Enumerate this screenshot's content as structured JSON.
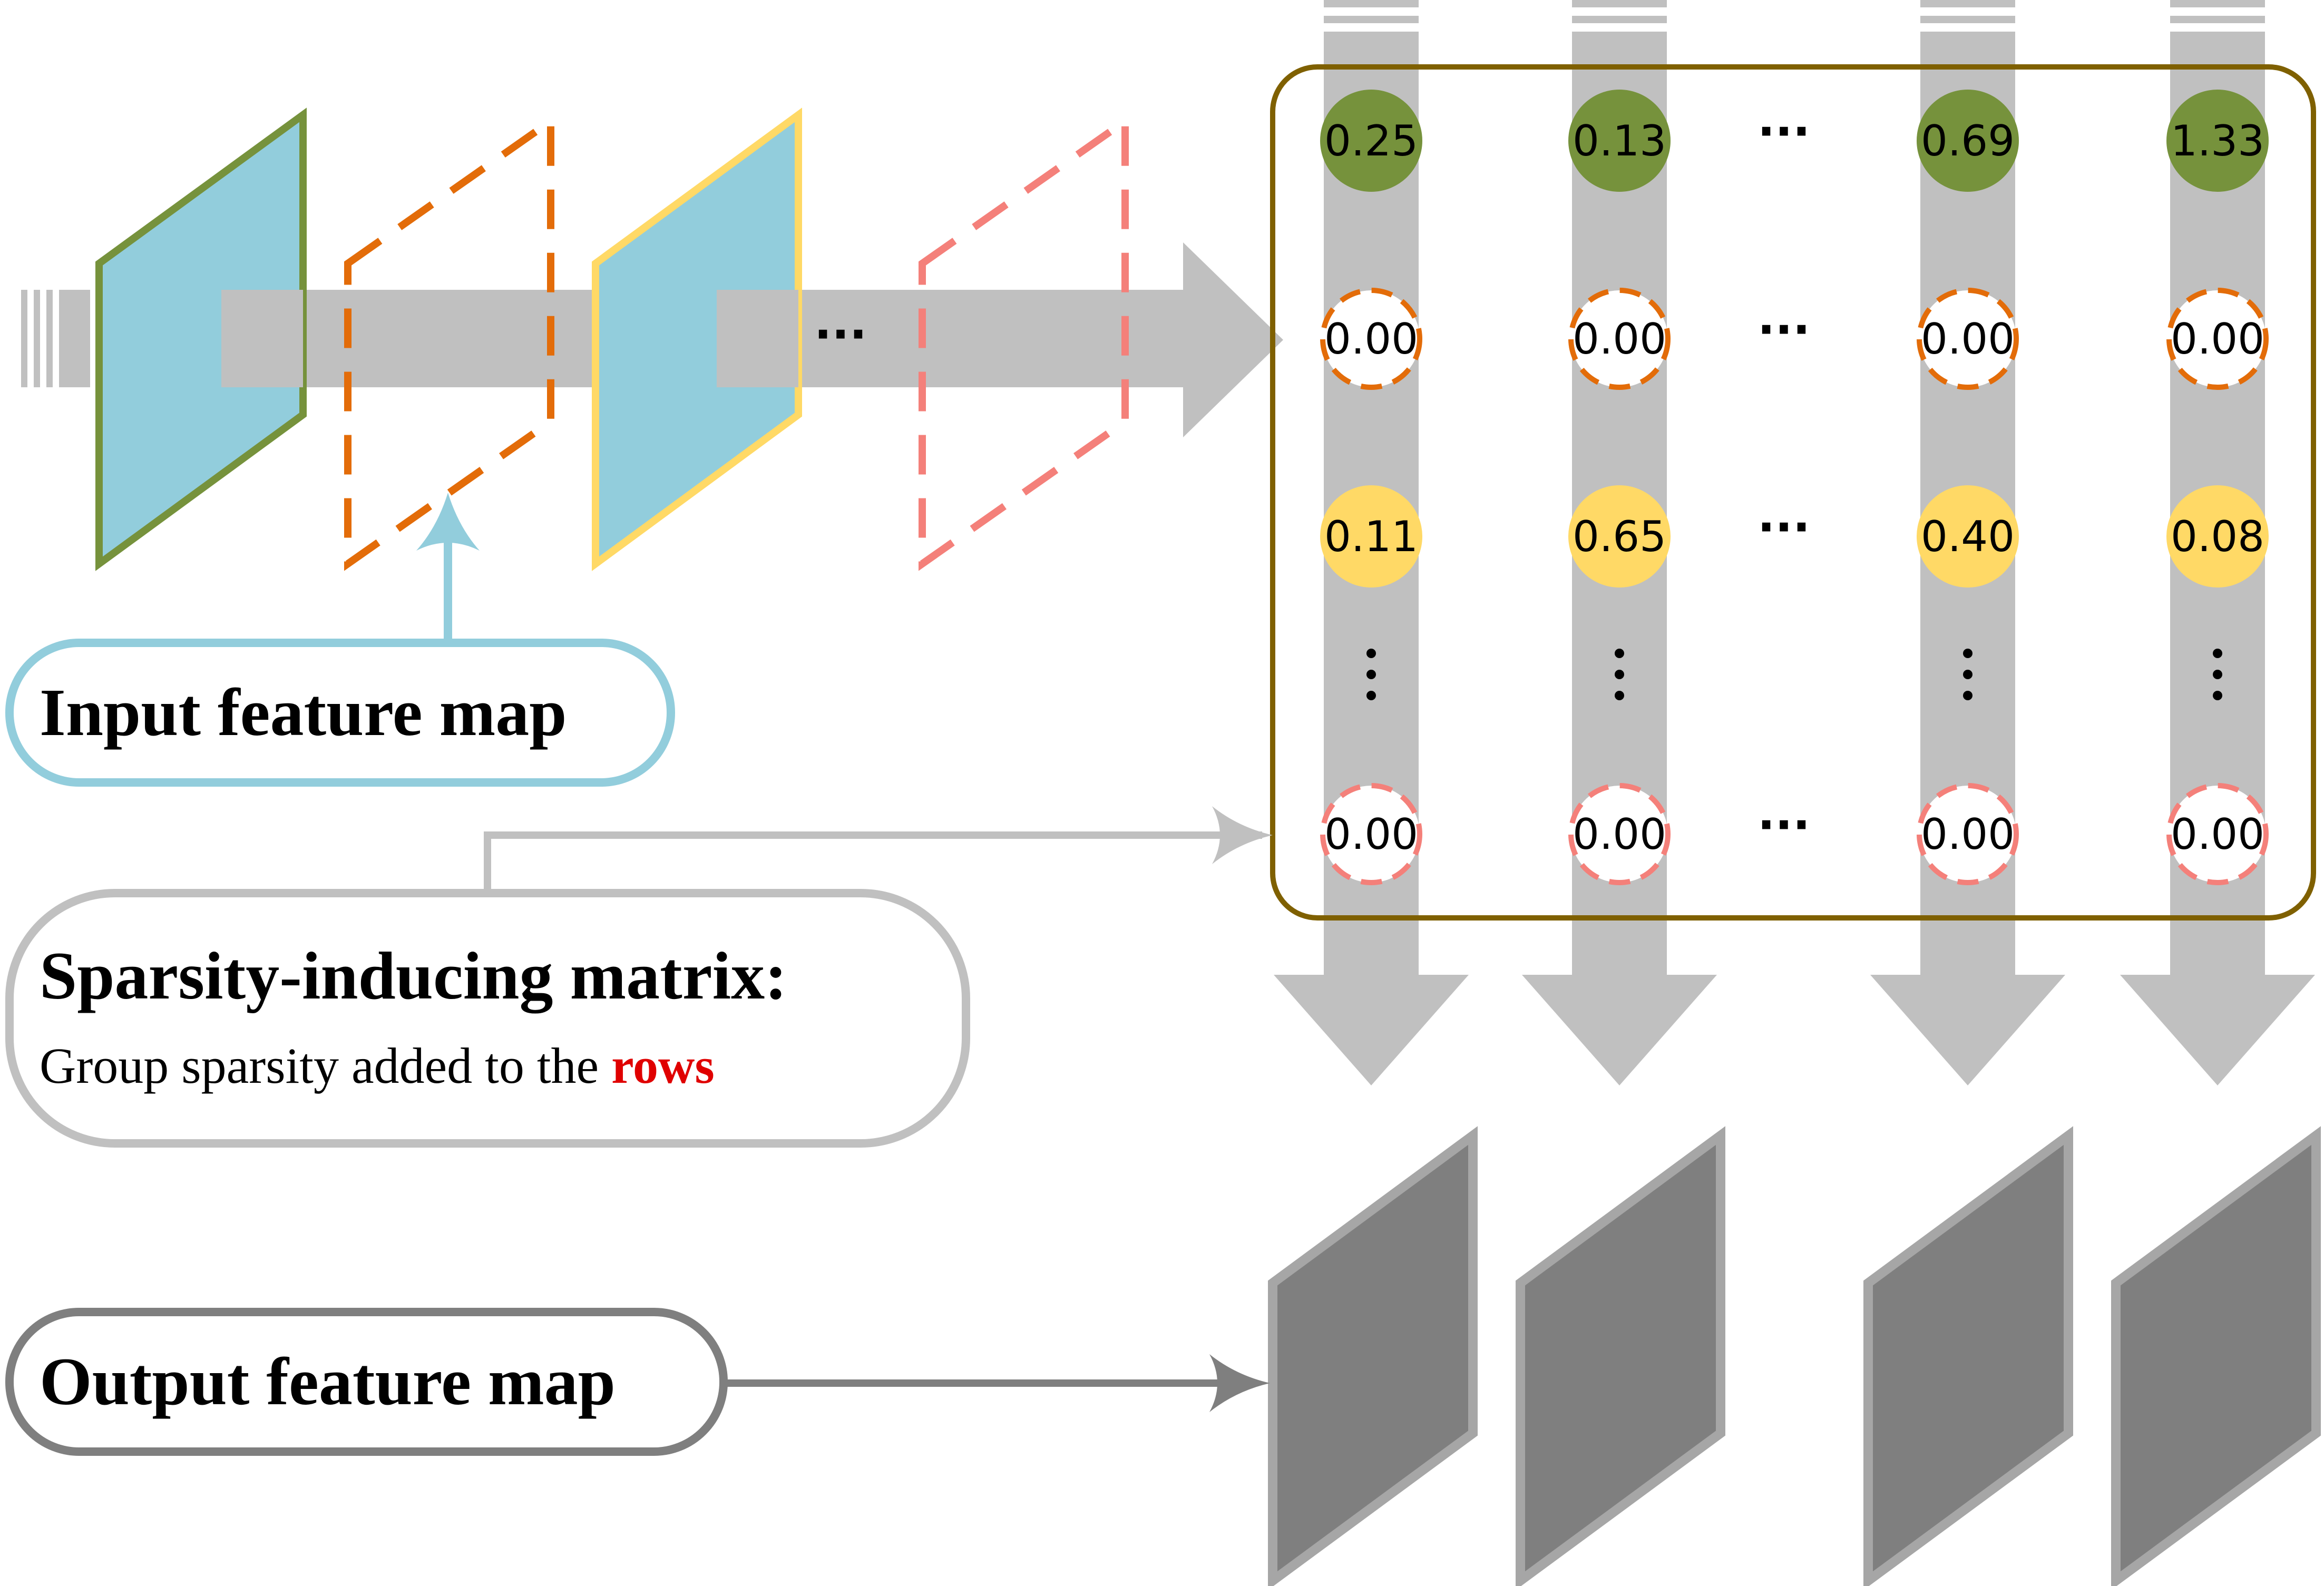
{
  "labels": {
    "input_feature_map": "Input feature map",
    "sparsity_title": "Sparsity-inducing matrix:",
    "sparsity_sub_prefix": "Group sparsity added to the ",
    "sparsity_sub_highlight": "rows",
    "output_feature_map": "Output feature map",
    "ellipsis_h": "···",
    "ellipsis_v": "⋮"
  },
  "matrix": {
    "rows": [
      {
        "style": "green",
        "values": [
          "0.25",
          "0.13",
          "0.69",
          "1.33"
        ]
      },
      {
        "style": "orange-dashed",
        "values": [
          "0.00",
          "0.00",
          "0.00",
          "0.00"
        ]
      },
      {
        "style": "yellow",
        "values": [
          "0.11",
          "0.65",
          "0.40",
          "0.08"
        ]
      },
      {
        "style": "pink-dashed",
        "values": [
          "0.00",
          "0.00",
          "0.00",
          "0.00"
        ]
      }
    ]
  },
  "colors": {
    "green": "#76923c",
    "yellow": "#ffd966",
    "orange": "#e36c09",
    "pink": "#f4807a",
    "cyan_fill": "#92cddc",
    "cyan_border": "#92cddc",
    "matrix_border": "#7f6000",
    "arrow_gray": "#c0c0c0",
    "output_fill": "#7f7f7f",
    "output_border": "#a6a6a6",
    "highlight_red": "#e00000"
  }
}
